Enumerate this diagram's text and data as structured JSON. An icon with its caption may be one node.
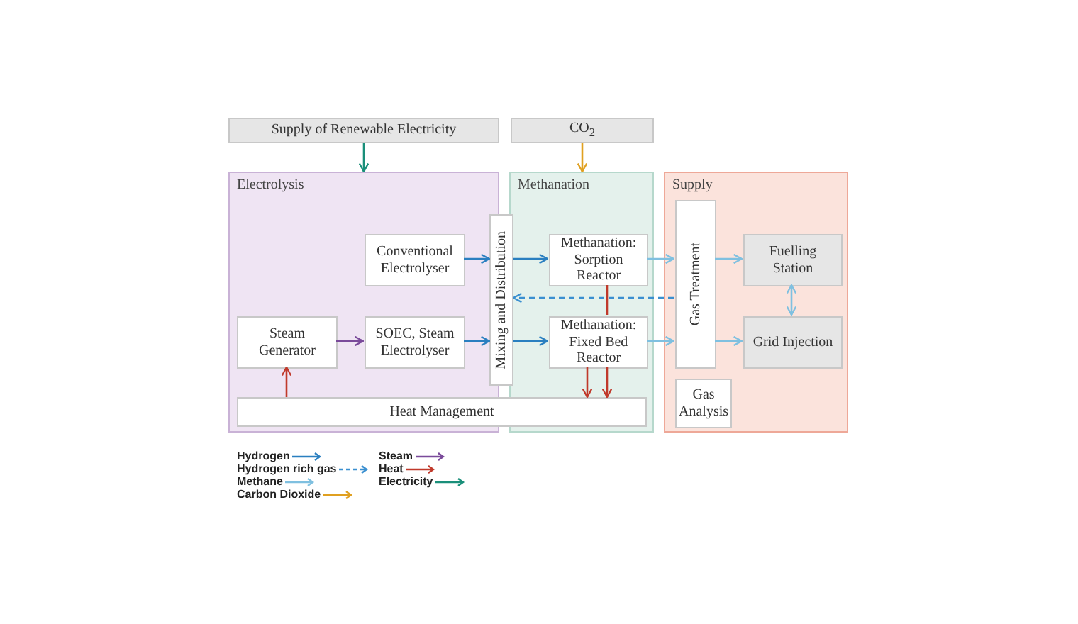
{
  "diagram": {
    "nodes": [
      {
        "text": [
          "Supply of Renewable Electricity"
        ]
      },
      {
        "text": [
          "CO$_{2}$"
        ]
      },
      {
        "text": [
          "Electrolysis"
        ]
      },
      {
        "text": [
          "Methanation"
        ]
      },
      {
        "text": [
          "Supply"
        ]
      },
      {
        "text": [
          "Conventional Electrolyser"
        ],
        "in": 2
      },
      {
        "text": [
          "Steam Generator"
        ],
        "in": 2
      },
      {
        "text": [
          "SOEC, Steam Electrolyser"
        ],
        "in": 2
      },
      {
        "text": [
          "Mixing and Distribution"
        ]
      },
      {
        "text": [
          "Methanation: Sorption Reactor"
        ],
        "in": 3
      },
      {
        "text": [
          "Methanation: Fixed Bed Reactor"
        ],
        "in": 3
      },
      {
        "text": [
          "Heat Management"
        ]
      },
      {
        "text": [
          "Gas Treatment"
        ],
        "in": 4
      },
      {
        "text": [
          "Fuelling Station"
        ],
        "in": 4
      },
      {
        "text": [
          "Grid Injection"
        ],
        "in": 4
      },
      {
        "text": [
          "Gas Analysis"
        ],
        "in": 4
      }
    ],
    "edges": [
      {
        "from": 0,
        "to": 2,
        "arrow": "to",
        "color": "#1a8f7a"
      },
      {
        "from": 1,
        "to": 3,
        "arrow": "to",
        "color": "#e0a020"
      },
      {
        "from": 5,
        "to": 8,
        "arrow": "to",
        "color": "#2a7fc0"
      },
      {
        "from": 6,
        "to": 7,
        "arrow": "to",
        "color": "#7a4a9a"
      },
      {
        "from": 7,
        "to": 8,
        "arrow": "to",
        "color": "#2a7fc0"
      },
      {
        "from": 11,
        "to": 6,
        "arrow": "to",
        "color": "#c0392b"
      },
      {
        "from": 8,
        "to": 9,
        "arrow": "to",
        "color": "#2a7fc0"
      },
      {
        "from": 8,
        "to": 10,
        "arrow": "to",
        "color": "#2a7fc0"
      },
      {
        "from": 9,
        "to": 12,
        "arrow": "to",
        "color": "#7fc0e0"
      },
      {
        "from": 10,
        "to": 12,
        "arrow": "to",
        "color": "#7fc0e0"
      },
      {
        "from": 12,
        "to": 8,
        "arrow": "to",
        "style": "dashed",
        "color": "#3a8fd0"
      },
      {
        "from": 9,
        "to": 10,
        "arrow": "none",
        "color": "#c0392b"
      },
      {
        "from": 10,
        "to": 11,
        "arrow": "to",
        "color": "#c0392b"
      },
      {
        "from": 10,
        "to": 11,
        "arrow": "to",
        "color": "#c0392b"
      },
      {
        "from": 12,
        "to": 13,
        "arrow": "to",
        "color": "#7fc0e0"
      },
      {
        "from": 12,
        "to": 14,
        "arrow": "to",
        "color": "#7fc0e0"
      },
      {
        "from": 13,
        "to": 14,
        "arrow": "both",
        "color": "#7fc0e0"
      }
    ],
    "legend": [
      {
        "text": "Hydrogen",
        "color": "#2a7fc0"
      },
      {
        "text": "Hydrogen rich gas",
        "color": "#3a8fd0"
      },
      {
        "text": "Methane",
        "color": "#7fc0e0"
      },
      {
        "text": "Carbon Dioxide",
        "color": "#e0a020"
      },
      {
        "text": "Steam",
        "color": "#7a4a9a"
      },
      {
        "text": "Heat",
        "color": "#c0392b"
      },
      {
        "text": "Electricity",
        "color": "#1a8f7a"
      }
    ]
  }
}
